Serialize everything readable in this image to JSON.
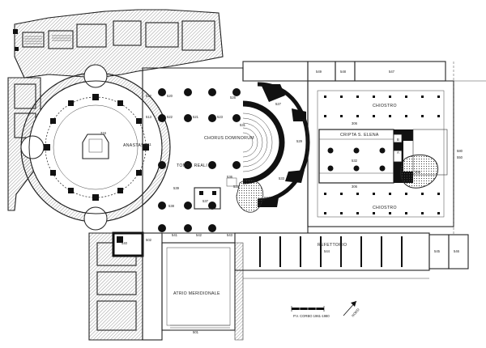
{
  "labels": {
    "anastasis": "ANASTASIS",
    "chorus": "CHORUS DOMINORUM",
    "tombe": "TOMBE REALI",
    "cripta": "CRIPTA S. ELENA",
    "chiostro_top": "CHIOSTRO",
    "chiostro_bottom": "CHIOSTRO",
    "refettorio": "REFETTORIO",
    "atrio": "ATRIO MERIDIONALE",
    "credit": "P.V. CORBO 1961-1980",
    "north": "NORD"
  },
  "room_numbers": [
    {
      "id": "549",
      "text": "549"
    },
    {
      "id": "548",
      "text": "548"
    },
    {
      "id": "547",
      "text": "547"
    },
    {
      "id": "526",
      "text": "526"
    },
    {
      "id": "527",
      "text": "527"
    },
    {
      "id": "528",
      "text": "528"
    },
    {
      "id": "529",
      "text": "529"
    },
    {
      "id": "533",
      "text": "533"
    },
    {
      "id": "534",
      "text": "534"
    },
    {
      "id": "535",
      "text": "535"
    },
    {
      "id": "536",
      "text": "536"
    },
    {
      "id": "537",
      "text": "537"
    },
    {
      "id": "538",
      "text": "538"
    },
    {
      "id": "539",
      "text": "539"
    },
    {
      "id": "540",
      "text": "540"
    },
    {
      "id": "541",
      "text": "541"
    },
    {
      "id": "542",
      "text": "542"
    },
    {
      "id": "543",
      "text": "543"
    },
    {
      "id": "544",
      "text": "544"
    },
    {
      "id": "545",
      "text": "545"
    },
    {
      "id": "546",
      "text": "546"
    },
    {
      "id": "550",
      "text": "550"
    },
    {
      "id": "501",
      "text": "501"
    },
    {
      "id": "502",
      "text": "502"
    },
    {
      "id": "511",
      "text": "511"
    },
    {
      "id": "512",
      "text": "512"
    },
    {
      "id": "513",
      "text": "513"
    },
    {
      "id": "520",
      "text": "520"
    },
    {
      "id": "521",
      "text": "521"
    },
    {
      "id": "522",
      "text": "522"
    },
    {
      "id": "523",
      "text": "523"
    },
    {
      "id": "530",
      "text": "530"
    },
    {
      "id": "531",
      "text": "531"
    },
    {
      "id": "532",
      "text": "532"
    },
    {
      "id": "306",
      "text": "306"
    },
    {
      "id": "306a",
      "text": "306"
    },
    {
      "id": "308",
      "text": "308"
    },
    {
      "id": "316",
      "text": "316"
    },
    {
      "id": "580",
      "text": "580"
    },
    {
      "id": "A",
      "text": "A"
    },
    {
      "id": "B",
      "text": "B"
    }
  ],
  "colors": {
    "ink": "#111111",
    "line": "#222222",
    "paper": "#ffffff"
  }
}
